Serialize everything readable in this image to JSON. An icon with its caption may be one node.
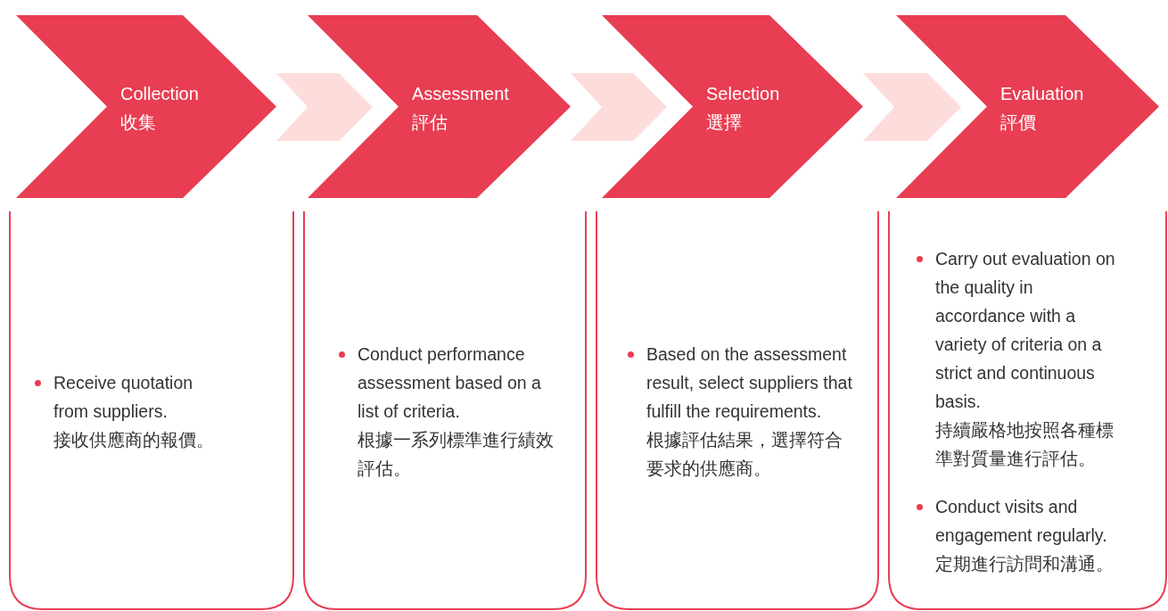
{
  "diagram": {
    "nodes": [
      {
        "text": [
          "Collection",
          "收集"
        ]
      },
      {
        "text": [
          "Assessment",
          "評估"
        ]
      },
      {
        "text": [
          "Selection",
          "選擇"
        ]
      },
      {
        "text": [
          "Evaluation",
          "評價"
        ]
      },
      {
        "text": [
          "Receive quotation from suppliers.",
          "接收供應商的報價。"
        ]
      },
      {
        "text": [
          "Conduct performance assessment based on a list of criteria.",
          "根據一系列標準進行績效評估。"
        ]
      },
      {
        "text": [
          "Based on the assessment result, select suppliers that fulfill the requirements.",
          "根據評估結果，選擇符合要求的供應商。"
        ]
      },
      {
        "text": [
          "Carry out evaluation on the quality in accordance with a variety of criteria on a strict and continuous basis.",
          "持續嚴格地按照各種標準對質量進行評估。",
          "Conduct visits and engagement regularly.",
          "定期進行訪問和溝通。"
        ]
      }
    ],
    "edges": [
      {
        "from": 0,
        "to": 1,
        "arrow": "to"
      },
      {
        "from": 1,
        "to": 2,
        "arrow": "to"
      },
      {
        "from": 2,
        "to": 3,
        "arrow": "to"
      }
    ]
  }
}
